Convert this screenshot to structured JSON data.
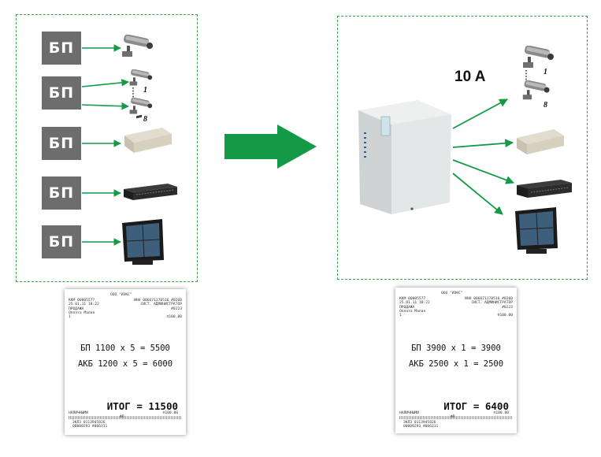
{
  "colors": {
    "border_green": "#3aa04a",
    "arrow_green": "#149a46",
    "bp_box": "#6d6d6d"
  },
  "before": {
    "units": [
      "БП",
      "БП",
      "БП",
      "БП",
      "БП"
    ],
    "camera_labels": [
      "1",
      "8"
    ]
  },
  "after": {
    "current_label": "10 A",
    "camera_labels": [
      "1",
      "8"
    ]
  },
  "receipt_left": {
    "header": "ООО \"ИЭКС\"",
    "info_left": [
      "ККМ 00005577",
      "25.01.11 18:22",
      "ПРОДАЖА",
      "Оплата Малая",
      "1"
    ],
    "info_right": [
      "ИНН 006671170516 #0260",
      "СИСТ. АДМИНИСТРАТОР",
      "#0223",
      "",
      "≡100.00"
    ],
    "line1": "БП 1100 х 5 = 5500",
    "line2": "АКБ 1200 х 5 = 6000",
    "total": "ИТОГ = 11500",
    "foot_left": "НАЛИЧНЫМИ",
    "foot_right": "≡100.00",
    "foot_mark": "ФП",
    "foot1": "ЭКЛЗ 0113945826",
    "foot2": "00000293 #006311"
  },
  "receipt_right": {
    "header": "ООО \"ИЭКС\"",
    "info_left": [
      "ККМ 00005577",
      "25.01.11 18:22",
      "ПРОДАЖА",
      "Оплата Малая",
      "1"
    ],
    "info_right": [
      "ИНН 006671170516 #0260",
      "СИСТ. АДМИНИСТРАТОР",
      "#0223",
      "",
      "≡100.00"
    ],
    "line1": "БП 3900 х 1 = 3900",
    "line2": "АКБ 2500 х 1 = 2500",
    "total": "ИТОГ = 6400",
    "foot_left": "НАЛИЧНЫМИ",
    "foot_right": "≡100.00",
    "foot_mark": "ФП",
    "foot1": "ЭКЛЗ 0113945826",
    "foot2": "00000293 #006311"
  },
  "icons": {
    "camera": "cctv-camera-icon",
    "dvr": "dvr-recorder-icon",
    "switch": "network-switch-icon",
    "monitor": "cctv-monitor-icon",
    "psu": "power-supply-cabinet-icon",
    "transition": "right-arrow-icon"
  }
}
